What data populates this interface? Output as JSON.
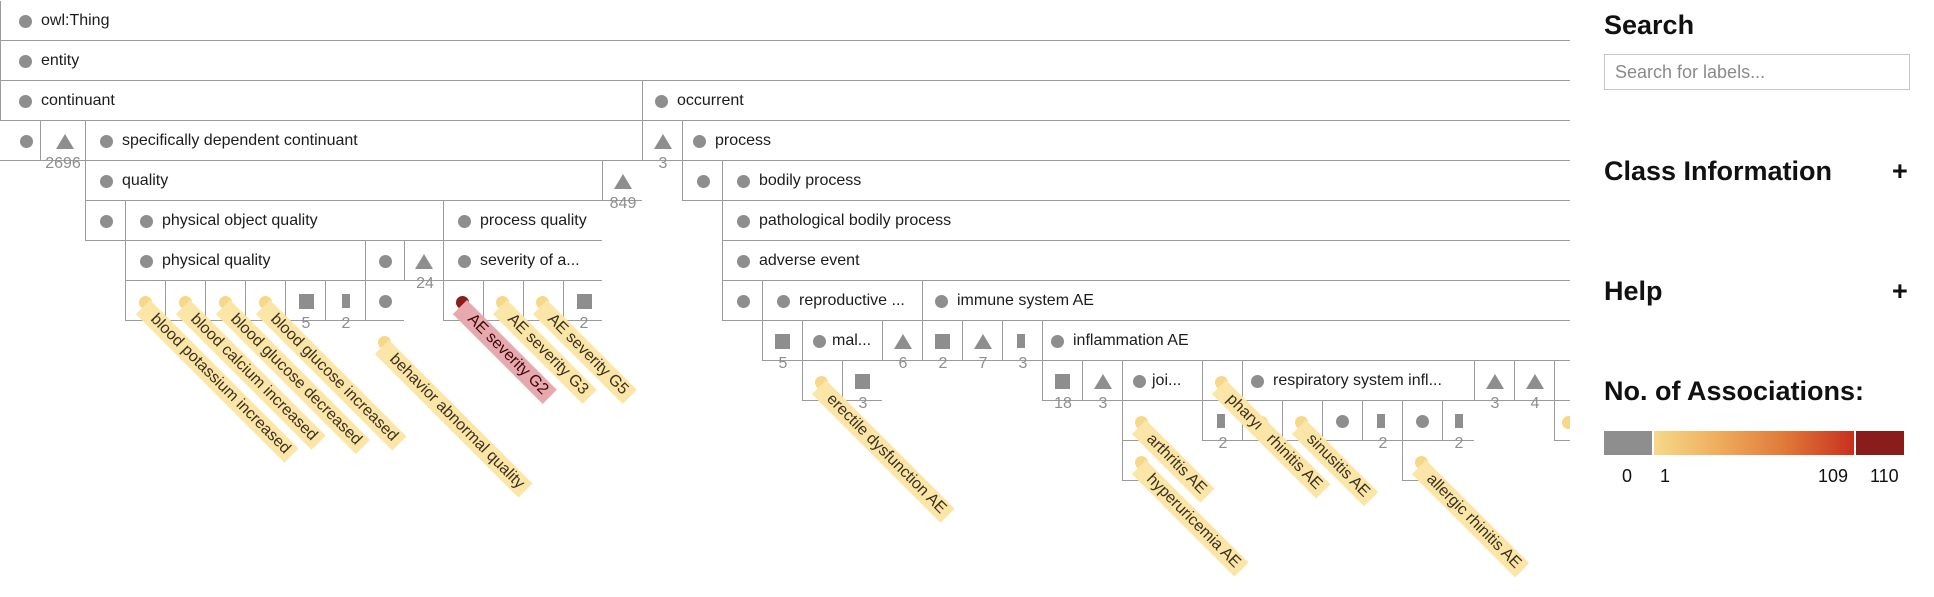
{
  "tree": {
    "owl_thing": "owl:Thing",
    "entity": "entity",
    "continuant": "continuant",
    "occurrent": "occurrent",
    "sdc": "specifically dependent continuant",
    "process": "process",
    "quality": "quality",
    "bodily_process": "bodily process",
    "physical_object_quality": "physical object quality",
    "process_quality": "process quality",
    "pathological_bodily_process": "pathological bodily process",
    "physical_quality": "physical quality",
    "severity_of": "severity of a...",
    "adverse_event": "adverse event",
    "reproductive": "reproductive ...",
    "immune_system_ae": "immune system AE",
    "mal": "mal...",
    "inflammation_ae": "inflammation AE",
    "joi": "joi...",
    "respiratory": "respiratory system infl...",
    "counts": {
      "c2696": "2696",
      "c3": "3",
      "c849": "849",
      "c24": "24",
      "c5a": "5",
      "c2a": "2",
      "c2b": "2",
      "c5b": "5",
      "c6": "6",
      "c3b": "3",
      "c2c": "2",
      "c7": "7",
      "c3c": "3",
      "c18": "18",
      "c3d": "3",
      "c2d": "2",
      "c2e": "2",
      "c2f": "2",
      "c3e": "3",
      "c4": "4"
    },
    "leaves": {
      "blood_potassium": "blood potassium increased",
      "blood_calcium": "blood calcium increased",
      "blood_glucose_dec": "blood glucose decreased",
      "blood_glucose_inc": "blood glucose increased",
      "behavior": "behavior abnormal quality",
      "ae_g2": "AE severity G2",
      "ae_g3": "AE severity G3",
      "ae_g5": "AE severity G5",
      "erectile": "erectile dysfunction AE",
      "arthritis": "arthritis AE",
      "hyperuricemia": "hyperuricemia AE",
      "pharyngitis": "pharyngitis AE",
      "rhinitis": "rhinitis AE",
      "sinusitis": "sinusitis AE",
      "allergic": "allergic rhinitis AE"
    }
  },
  "sidebar": {
    "search_title": "Search",
    "search_placeholder": "Search for labels...",
    "class_info_title": "Class Information",
    "class_info_toggle": "+",
    "help_title": "Help",
    "help_toggle": "+",
    "assoc_title": "No. of Associations:",
    "legend": {
      "labels": [
        "0",
        "1",
        "109",
        "110"
      ],
      "colors": {
        "zero": "#8e8e8e",
        "low": "#f6d88a",
        "mid": "#e07a3a",
        "high": "#c8301e",
        "max": "#8b1c1c"
      }
    }
  }
}
